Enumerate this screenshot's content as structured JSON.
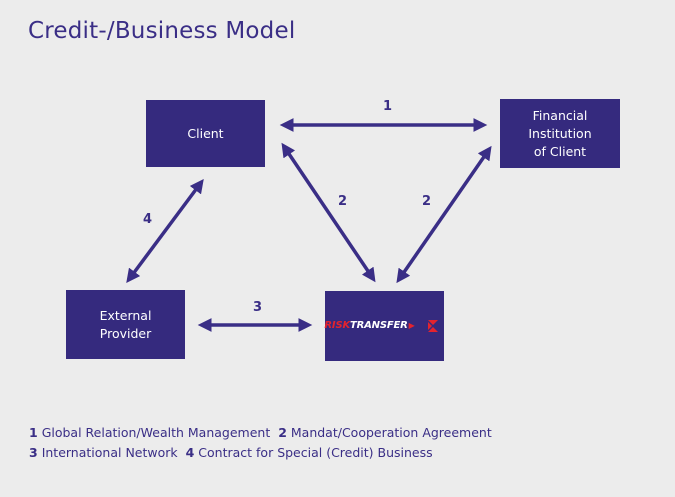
{
  "title": "Credit-/Business Model",
  "nodes": {
    "client": "Client",
    "financial": "Financial\nInstitution\nof Client",
    "external": "External\nProvider",
    "risktransfer_logo": {
      "risk": "RISK",
      "transfer": "TRANSFER"
    }
  },
  "edge_labels": {
    "e1": "1",
    "e2a": "2",
    "e2b": "2",
    "e3": "3",
    "e4": "4"
  },
  "legend": {
    "line1": {
      "n1": "1",
      "t1": "Global Relation/Wealth Management",
      "n2": "2",
      "t2": "Mandat/Cooperation Agreement"
    },
    "line2": {
      "n3": "3",
      "t3": "International Network",
      "n4": "4",
      "t4": "Contract for Special (Credit) Business"
    }
  },
  "colors": {
    "node": "#352a7e",
    "text": "#3a2e86",
    "background": "#ececec",
    "logo_red": "#e3232e"
  }
}
